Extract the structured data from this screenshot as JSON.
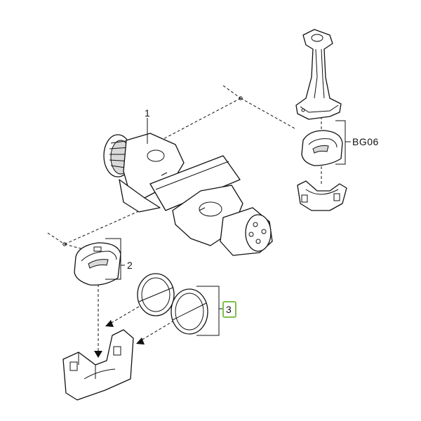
{
  "labels": {
    "crankshaft": "1",
    "main_bearing": "2",
    "thrust_washer": "3",
    "conrod_group": "BG06"
  },
  "colors": {
    "line": "#111111",
    "highlight_border": "#7cc04a",
    "background": "#ffffff"
  }
}
